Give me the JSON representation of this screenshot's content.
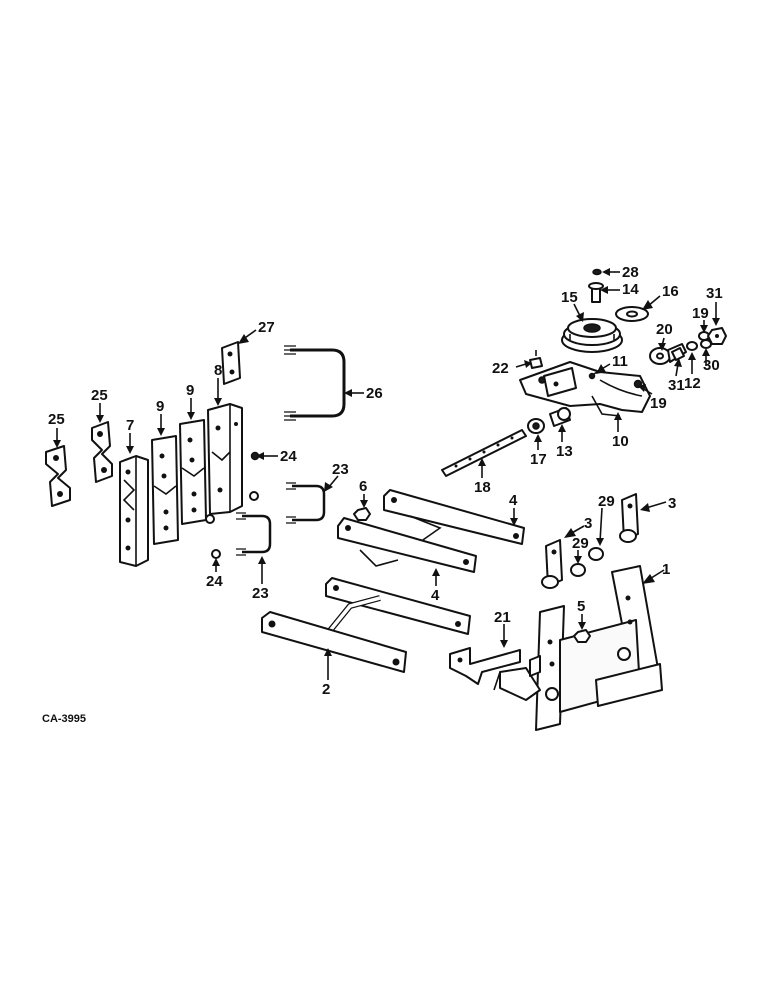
{
  "diagram": {
    "drawing_code": "CA-3995",
    "callouts": [
      "1",
      "2",
      "3",
      "3",
      "4",
      "4",
      "5",
      "6",
      "7",
      "8",
      "9",
      "9",
      "10",
      "11",
      "12",
      "13",
      "14",
      "15",
      "16",
      "17",
      "18",
      "19",
      "19",
      "20",
      "21",
      "22",
      "23",
      "23",
      "24",
      "24",
      "25",
      "25",
      "26",
      "27",
      "28",
      "29",
      "29",
      "30",
      "31",
      "31"
    ]
  }
}
